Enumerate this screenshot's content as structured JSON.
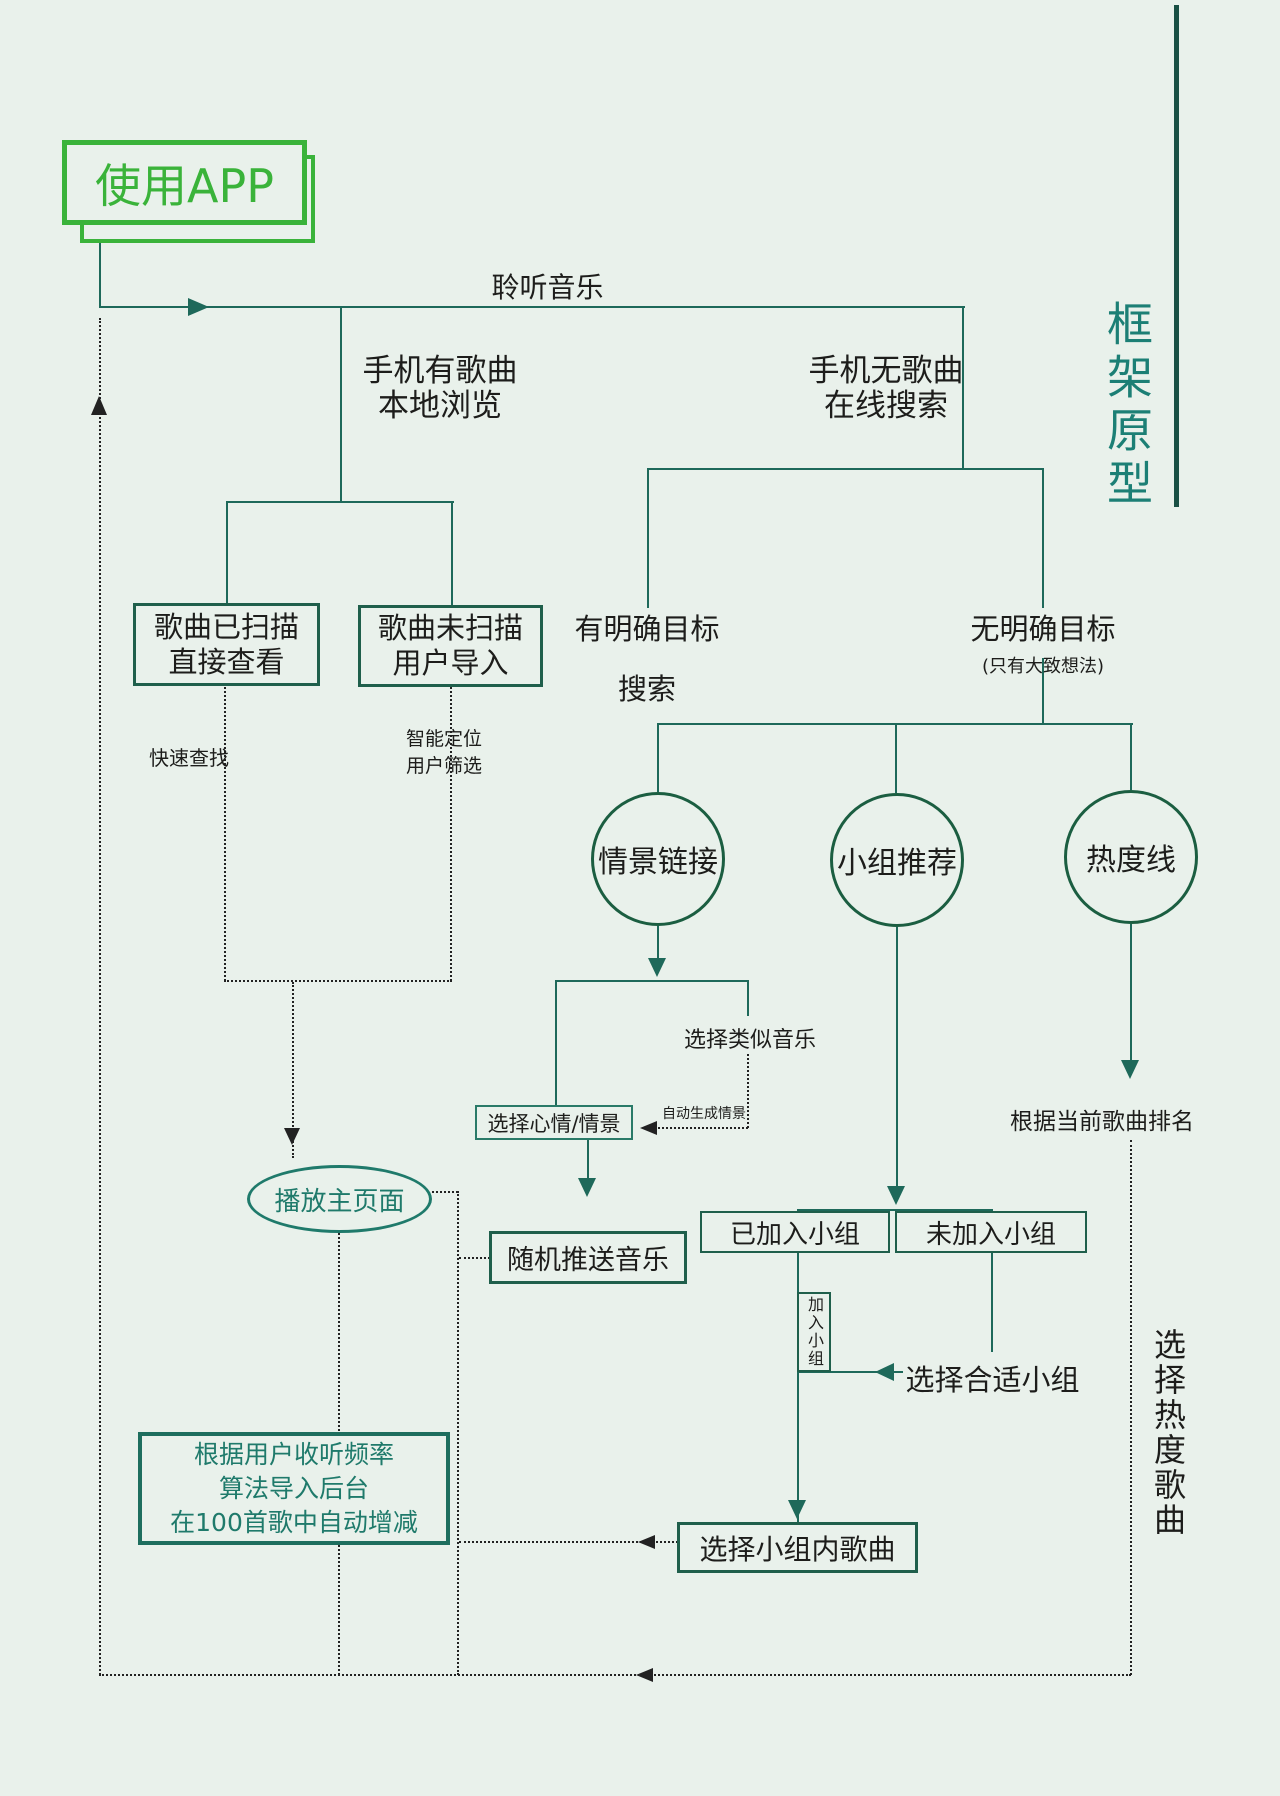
{
  "colors": {
    "background": "#e9f1eb",
    "connector": "#1e695a",
    "accent_green": "#3ab33a",
    "teal_text": "#1f7a6b",
    "side_bar": "#195044",
    "ink": "#1d1d1b"
  },
  "title": {
    "text": "使用APP"
  },
  "side": {
    "title": "框架原型"
  },
  "top": {
    "listen": "聆听音乐",
    "local": [
      "手机有歌曲",
      "本地浏览"
    ],
    "online": [
      "手机无歌曲",
      "在线搜索"
    ]
  },
  "local_branch": {
    "scanned": [
      "歌曲已扫描",
      "直接查看"
    ],
    "imported": [
      "歌曲未扫描",
      "用户导入"
    ],
    "quick_find": "快速查找",
    "smart": [
      "智能定位",
      "用户筛选"
    ]
  },
  "online_branch": {
    "clear": [
      "有明确目标",
      "搜索"
    ],
    "vague": [
      "无明确目标",
      "(只有大致想法)"
    ]
  },
  "circles": {
    "scene": "情景链接",
    "group": "小组推荐",
    "hot": "热度线"
  },
  "scene_branch": {
    "similar": "选择类似音乐",
    "auto_scene": "自动生成情景",
    "mood": "选择心情/情景",
    "random": "随机推送音乐"
  },
  "group_branch": {
    "joined": "已加入小组",
    "not_joined": "未加入小组",
    "join": "加入小组",
    "choose_group": "选择合适小组",
    "choose_songs": "选择小组内歌曲"
  },
  "hot_branch": {
    "rank": "根据当前歌曲排名",
    "pick": "选择热度歌曲"
  },
  "play": {
    "main": "播放主页面",
    "algo": [
      "根据用户收听频率",
      "算法导入后台",
      "在100首歌中自动增减"
    ]
  }
}
